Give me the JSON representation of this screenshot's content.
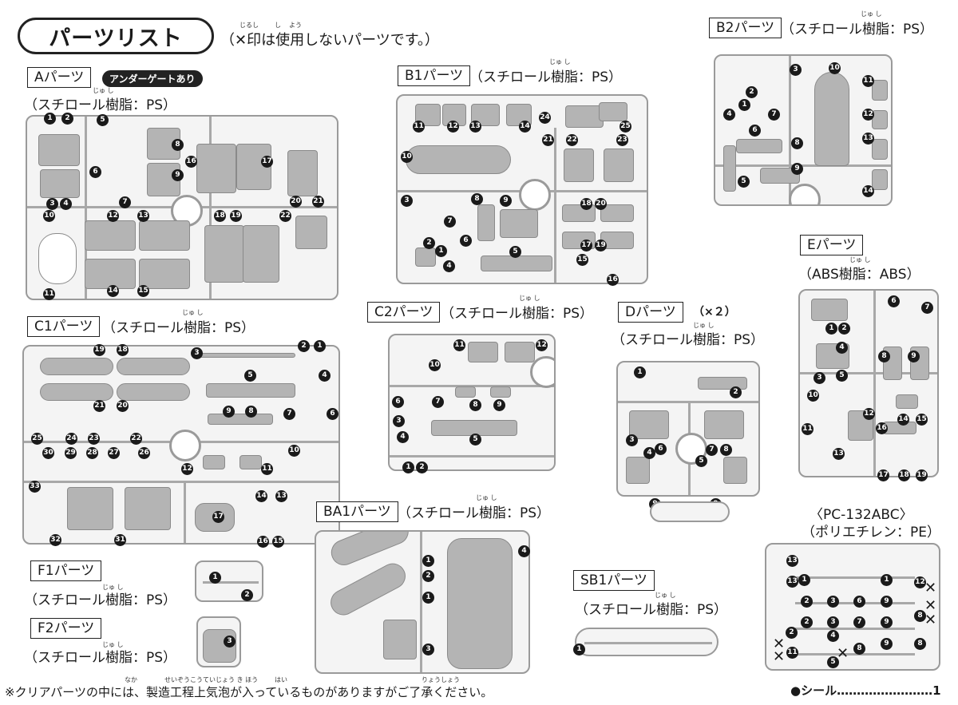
{
  "title": "パーツリスト",
  "subtitle": "（✕印は使用しないパーツです。）",
  "ruby": {
    "shirushi": "じるし",
    "shiyou_shi": "し",
    "shiyou_you": "よう",
    "jushi": "じゅ し",
    "naka": "なか",
    "seizou": "せいぞうこうていじょう き ほう",
    "hai": "はい",
    "ryoushou": "りょうしょう"
  },
  "groups": {
    "A": {
      "label": "Aパーツ",
      "badge": "アンダーゲートあり",
      "material": "（スチロール樹脂：PS）",
      "numbers": [
        "1",
        "2",
        "5",
        "8",
        "9",
        "6",
        "7",
        "16",
        "17",
        "3",
        "4",
        "20",
        "21",
        "10",
        "12",
        "13",
        "18",
        "19",
        "22",
        "11",
        "14",
        "15"
      ]
    },
    "B1": {
      "label": "B1パーツ",
      "material": "（スチロール樹脂：PS）",
      "numbers": [
        "11",
        "12",
        "13",
        "14",
        "24",
        "25",
        "10",
        "21",
        "22",
        "23",
        "3",
        "8",
        "9",
        "18",
        "20",
        "7",
        "6",
        "17",
        "19",
        "2",
        "1",
        "4",
        "5",
        "15",
        "16"
      ]
    },
    "B2": {
      "label": "B2パーツ",
      "material": "（スチロール樹脂：PS）",
      "numbers": [
        "3",
        "10",
        "2",
        "11",
        "1",
        "12",
        "4",
        "7",
        "6",
        "8",
        "13",
        "9",
        "5",
        "14"
      ]
    },
    "C1": {
      "label": "C1パーツ",
      "material": "（スチロール樹脂：PS）",
      "numbers": [
        "19",
        "18",
        "3",
        "2",
        "1",
        "4",
        "5",
        "21",
        "20",
        "9",
        "8",
        "7",
        "6",
        "25",
        "24",
        "23",
        "22",
        "10",
        "30",
        "29",
        "28",
        "27",
        "26",
        "12",
        "11",
        "33",
        "14",
        "13",
        "17",
        "32",
        "31",
        "16",
        "15"
      ]
    },
    "C2": {
      "label": "C2パーツ",
      "material": "（スチロール樹脂：PS）",
      "numbers": [
        "11",
        "12",
        "10",
        "6",
        "7",
        "8",
        "9",
        "3",
        "4",
        "5",
        "1",
        "2"
      ]
    },
    "D": {
      "label": "Dパーツ",
      "qty": "（×２）",
      "material": "（スチロール樹脂：PS）",
      "numbers": [
        "1",
        "2",
        "3",
        "4",
        "6",
        "7",
        "8",
        "5",
        "9",
        "9"
      ]
    },
    "E": {
      "label": "Eパーツ",
      "material": "（ABS樹脂：ABS）",
      "numbers": [
        "6",
        "7",
        "1",
        "2",
        "4",
        "8",
        "9",
        "3",
        "5",
        "10",
        "12",
        "14",
        "15",
        "11",
        "16",
        "13",
        "17",
        "18",
        "19"
      ]
    },
    "BA1": {
      "label": "BA1パーツ",
      "material": "（スチロール樹脂：PS）",
      "numbers": [
        "1",
        "2",
        "1",
        "4",
        "3"
      ]
    },
    "SB1": {
      "label": "SB1パーツ",
      "material": "（スチロール樹脂：PS）",
      "numbers": [
        "1"
      ]
    },
    "F1": {
      "label": "F1パーツ",
      "material": "（スチロール樹脂：PS）",
      "numbers": [
        "1",
        "2"
      ]
    },
    "F2": {
      "label": "F2パーツ",
      "material": "（スチロール樹脂：PS）",
      "numbers": [
        "3"
      ]
    },
    "PC": {
      "label": "〈PC-132ABC〉",
      "material": "（ポリエチレン：PE）",
      "numbers": [
        "13",
        "13",
        "1",
        "1",
        "12",
        "2",
        "3",
        "6",
        "9",
        "8",
        "2",
        "3",
        "7",
        "9",
        "2",
        "4",
        "9",
        "8",
        "11",
        "8",
        "5"
      ]
    }
  },
  "footnote": "※クリアパーツの中には、製造工程上気泡が入っているものがありますがご了承ください。",
  "seal": "●シール……………………1"
}
